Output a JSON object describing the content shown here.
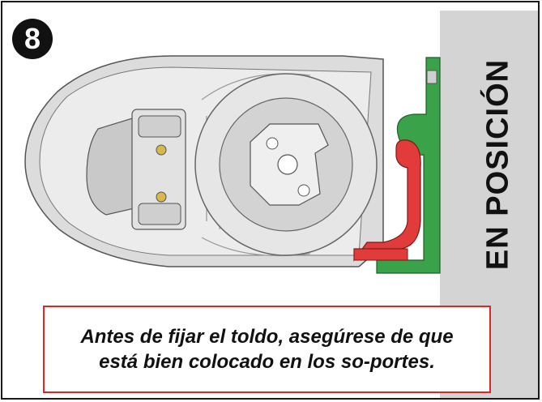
{
  "step_number": "8",
  "side_title": "EN POSICIÓN",
  "caption": "Antes de fijar el toldo, asegúrese de que está bien colocado en los so-portes.",
  "colors": {
    "support_green": "#3aa34a",
    "support_red": "#e23b3b",
    "wall_gray": "#d4d4d4",
    "caption_border": "#d42a2a"
  }
}
